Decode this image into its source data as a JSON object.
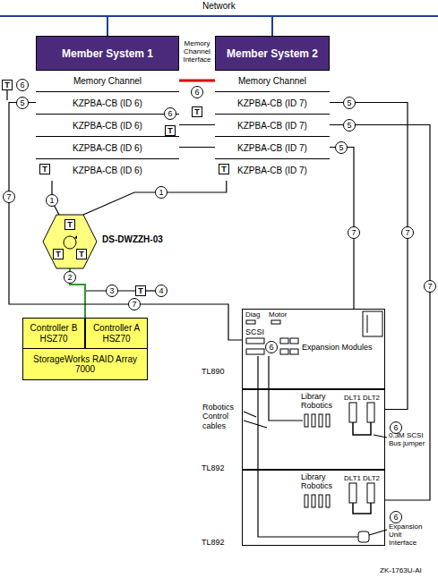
{
  "diagram": {
    "nodes": [
      {
        "text": [
          "Member System 1"
        ]
      },
      {
        "text": [
          "Memory Channel"
        ],
        "in": 0
      },
      {
        "text": [
          "KZPBA-CB (ID 6)"
        ],
        "in": 0
      },
      {
        "text": [
          "KZPBA-CB (ID 6)"
        ],
        "in": 0
      },
      {
        "text": [
          "KZPBA-CB (ID 6)"
        ],
        "in": 0
      },
      {
        "text": [
          "KZPBA-CB (ID 6)"
        ],
        "in": 0
      },
      {
        "text": [
          "Member System 2"
        ]
      },
      {
        "text": [
          "Memory Channel"
        ],
        "in": 6
      },
      {
        "text": [
          "KZPBA-CB (ID 7)"
        ],
        "in": 6
      },
      {
        "text": [
          "KZPBA-CB (ID 7)"
        ],
        "in": 6
      },
      {
        "text": [
          "KZPBA-CB (ID 7)"
        ],
        "in": 6
      },
      {
        "text": [
          "KZPBA-CB (ID 7)"
        ],
        "in": 6
      },
      {
        "text": [
          "DS-DWZZH-03"
        ]
      },
      {
        "text": [
          "StorageWorks RAID Array 7000"
        ]
      },
      {
        "text": [
          "Controller B HSZ70"
        ],
        "in": 13
      },
      {
        "text": [
          "Controller A HSZ70"
        ],
        "in": 13
      },
      {
        "text": [
          "TL890"
        ]
      },
      {
        "text": [
          "TL892"
        ]
      },
      {
        "text": [
          "TL892"
        ]
      }
    ],
    "edges": [
      {
        "from": 1,
        "to": 7,
        "arrow": "none"
      },
      {
        "from": 5,
        "to": 12,
        "arrow": "none"
      },
      {
        "from": 11,
        "to": 12,
        "arrow": "none"
      },
      {
        "from": 12,
        "to": 13,
        "arrow": "none"
      },
      {
        "from": 3,
        "to": 9,
        "arrow": "none"
      },
      {
        "from": 4,
        "to": 10,
        "arrow": "none"
      },
      {
        "from": 2,
        "to": 16,
        "arrow": "none"
      },
      {
        "from": 8,
        "to": 17,
        "arrow": "none"
      },
      {
        "from": 9,
        "to": 18,
        "arrow": "none"
      },
      {
        "from": 10,
        "to": 16,
        "arrow": "none"
      }
    ],
    "labels": [
      "Network",
      "Memory Channel Interface",
      "T",
      "6",
      "5",
      "T",
      "6",
      "T",
      "6",
      "T",
      "T",
      "1",
      "1",
      "T",
      "T",
      "T",
      "2",
      "3",
      "T",
      "4",
      "7",
      "7",
      "5",
      "5",
      "5",
      "7",
      "7",
      "7",
      "Diag",
      "Motor",
      "SCSI",
      "6",
      "Expansion Modules",
      "Library Robotics",
      "DLT1",
      "DLT2",
      "6",
      "Library Robotics",
      "DLT1",
      "DLT2",
      "6",
      "Robotics Control cables",
      "0.3M SCSI Bus jumper",
      "Expansion Unit Interface",
      "ZK-1763U-AI"
    ]
  }
}
